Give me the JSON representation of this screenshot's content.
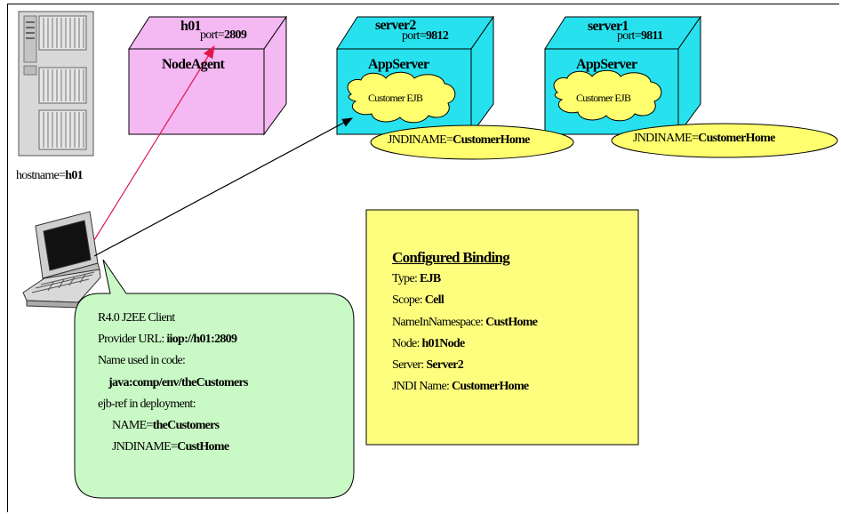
{
  "host": {
    "hostname_prefix": "hostname=",
    "hostname_value": "h01"
  },
  "node_agent": {
    "host": "h01",
    "port_prefix": "port=",
    "port_value": "2809",
    "label": "NodeAgent"
  },
  "servers": [
    {
      "name": "server2",
      "port_prefix": "port=",
      "port_value": "9812",
      "label": "AppServer",
      "ejb": "Customer EJB",
      "jndi_prefix": "JNDINAME=",
      "jndi_value": "CustomerHome"
    },
    {
      "name": "server1",
      "port_prefix": "port=",
      "port_value": "9811",
      "label": "AppServer",
      "ejb": "Customer EJB",
      "jndi_prefix": "JNDINAME=",
      "jndi_value": "CustomerHome"
    }
  ],
  "client": {
    "title": "R4.0 J2EE Client",
    "provider_prefix": "Provider URL: ",
    "provider_value": "iiop://h01:2809",
    "name_in_code_label": "Name used in code:",
    "name_in_code_value": "java:comp/env/theCustomers",
    "ejb_ref_label": "ejb-ref in deployment:",
    "ref_name_prefix": "NAME=",
    "ref_name_value": "theCustomers",
    "ref_jndi_prefix": "JNDINAME=",
    "ref_jndi_value": "CustHome"
  },
  "binding": {
    "title": "Configured Binding",
    "rows": [
      {
        "label": "Type: ",
        "value": "EJB"
      },
      {
        "label": "Scope: ",
        "value": "Cell"
      },
      {
        "label": "NameInNamespace: ",
        "value": "CustHome"
      },
      {
        "label": "Node: ",
        "value": "h01Node"
      },
      {
        "label": "Server: ",
        "value": "Server2"
      },
      {
        "label": "JNDI Name: ",
        "value": "CustomerHome"
      }
    ]
  },
  "colors": {
    "node_agent": "#f4b8f2",
    "app_server": "#27e2ee",
    "ejb_bubble": "#fefe6e",
    "client_bubble": "#c9f9c5",
    "binding_box": "#fefe7e",
    "red_line": "#e0184a"
  }
}
